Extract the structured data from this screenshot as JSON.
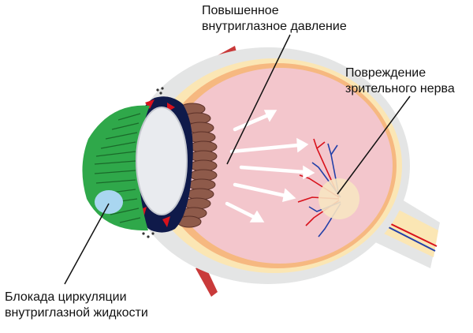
{
  "labels": {
    "pressure": [
      "Повышенное",
      "внутриглазное давление"
    ],
    "nerve": [
      "Повреждение",
      "зрительного нерва"
    ],
    "blockade": [
      "Блокада циркуляции",
      "внутриглазной жидкости"
    ]
  },
  "colors": {
    "sclera": "#e4e5e5",
    "choroid": "#f6b880",
    "retina_band": "#fbe6b4",
    "vitreous": "#f3c6cc",
    "iris_green": "#2fa84a",
    "iris_dark": "#0f1a4a",
    "lens": "#e9ebef",
    "ciliary_body": "#8e5a4a",
    "arrow": "#ffffff",
    "artery": "#d8121c",
    "vein": "#2340a8",
    "aqueous_blockade": "#a9d6f0",
    "nerve_damage": "#f7e4c2",
    "outer_muscle": "#c93a3a"
  }
}
